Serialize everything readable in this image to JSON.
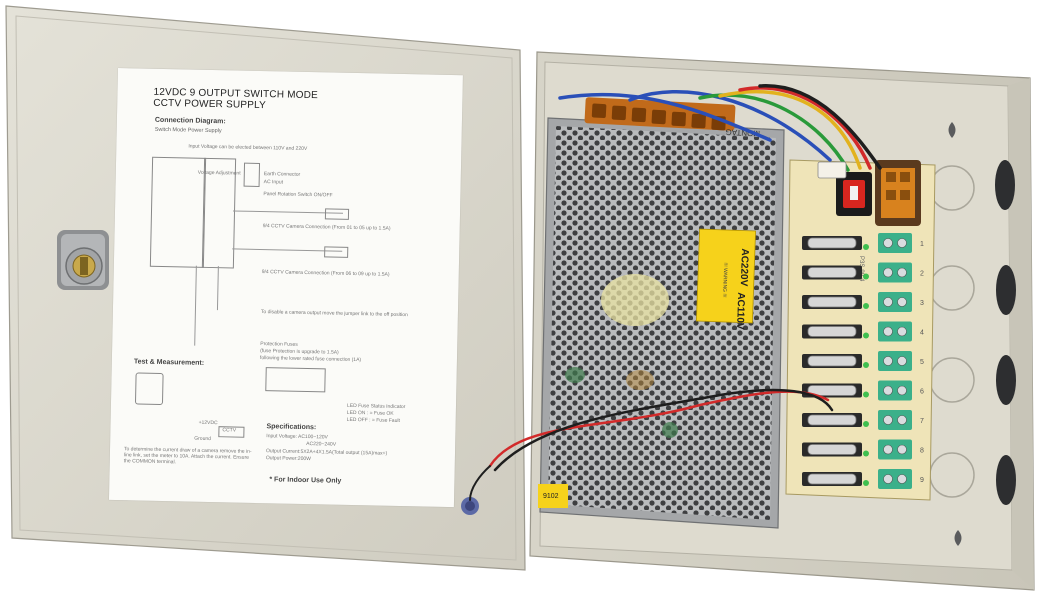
{
  "image": {
    "subject": "CCTV power supply distribution box",
    "palette": {
      "enclosure": "#dad7cb",
      "enclosure_shadow": "#c3c0b3",
      "psu_mesh": "#a9abad",
      "pcb": "#efe4b8",
      "terminal_green": "#3bb08a",
      "fuse_glass": "#d6d6d6",
      "wire_red": "#d22a2a",
      "wire_black": "#1e1e1e",
      "label_yellow": "#f6d21b"
    }
  },
  "door_label": {
    "title_line1": "12VDC 9 OUTPUT SWITCH MODE",
    "title_line2": "CCTV POWER SUPPLY",
    "connection_heading": "Connection Diagram:",
    "sub_heading": "Switch Mode Power Supply",
    "notes": [
      "Input Voltage can be elected between 110V and 220V",
      "Voltage Adjustment",
      "Earth Connector",
      "AC Input",
      "Panel Rotation Switch ON/OFF",
      "9/4 CCTV Camera Connection (From 01 to 05 up to 1.5A)",
      "9/4 CCTV Camera Connection (From 06 to 09 up to 1.5A)",
      "To disable a camera output move the jumper link to the off position",
      "Protection Fuses",
      "(fuse Protection is upgrade to 1.5A)",
      "following the lower rated fuse connection (1A)"
    ],
    "test_heading": "Test & Measurement:",
    "test_text": "To determine the current draw of a camera remove the in-line link, set the meter to 10A. Attach the current. Ensure the COMMON terminal.",
    "spec_heading": "Specifications:",
    "specs": [
      "Input Voltage: AC100~120V",
      "AC220~240V",
      "Output Current:5X2A+4X1.5A(Total output (15A)max+)",
      "Output Power:200W"
    ],
    "indoor": "* For Indoor Use Only",
    "cctv": "CCTV",
    "plus12": "+12VDC",
    "ground": "Ground",
    "led_status": "LED Fuse Status Indicator",
    "led_on": "LED ON : = Fuse OK",
    "led_off": "LED OFF : = Fuse Fault"
  },
  "psu_label": {
    "line1": "AC220V",
    "line2": "AC110V",
    "warn": "!!! WARNING !!!"
  },
  "psu_brand": "MONTAG",
  "board_silk": "P3S-99-4",
  "small_sticker": "9102",
  "channels": [
    "1",
    "2",
    "3",
    "4",
    "5",
    "6",
    "7",
    "8",
    "9"
  ]
}
